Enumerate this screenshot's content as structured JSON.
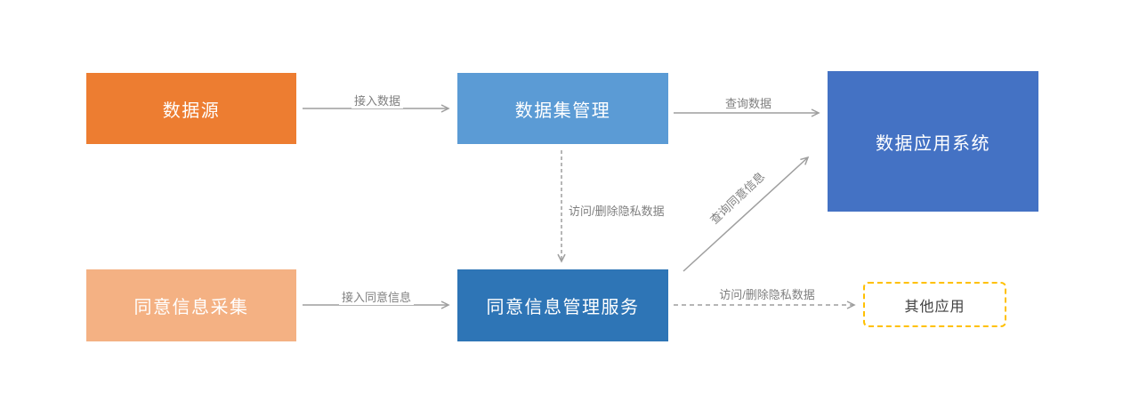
{
  "diagram": {
    "nodes": [
      {
        "id": "data-source",
        "label": "数据源"
      },
      {
        "id": "dataset-management",
        "label": "数据集管理"
      },
      {
        "id": "data-application-system",
        "label": "数据应用系统"
      },
      {
        "id": "consent-collection",
        "label": "同意信息采集"
      },
      {
        "id": "consent-management-service",
        "label": "同意信息管理服务"
      },
      {
        "id": "other-applications",
        "label": "其他应用"
      }
    ],
    "edges": [
      {
        "id": "access-data",
        "label": "接入数据",
        "style": "solid"
      },
      {
        "id": "query-data",
        "label": "查询数据",
        "style": "solid"
      },
      {
        "id": "access-delete-mid",
        "label": "访问/删除隐私数据",
        "style": "dashed"
      },
      {
        "id": "access-consent",
        "label": "接入同意信息",
        "style": "solid"
      },
      {
        "id": "query-consent",
        "label": "查询同意信息",
        "style": "solid"
      },
      {
        "id": "access-delete-right",
        "label": "访问/删除隐私数据",
        "style": "dashed"
      }
    ],
    "colors": {
      "data_source_bg": "#ED7D31",
      "dataset_management_bg": "#5B9BD5",
      "data_application_system_bg": "#4472C4",
      "consent_collection_bg": "#F4B183",
      "consent_management_service_bg": "#2E75B6",
      "other_applications_border": "#FFC000",
      "arrow_stroke": "#9E9E9E",
      "edge_label_color": "#7F7F7F",
      "node_text_color": "#FFFFFF"
    }
  }
}
